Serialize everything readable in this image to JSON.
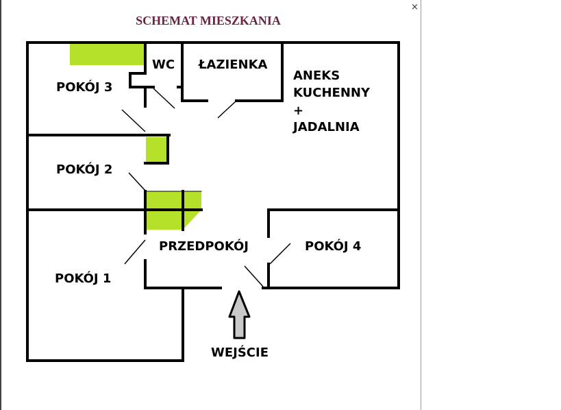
{
  "title": "SCHEMAT MIESZKANIA",
  "close_icon": "×",
  "rooms": {
    "pokoj3": "POKÓJ 3",
    "wc": "WC",
    "lazienka": "ŁAZIENKA",
    "aneks": [
      "ANEKS",
      "KUCHENNY",
      "+",
      "JADALNIA"
    ],
    "pokoj2": "POKÓJ 2",
    "pokoj1": "POKÓJ 1",
    "przedpokoj": "PRZEDPOKÓJ",
    "pokoj4": "POKÓJ 4"
  },
  "entrance": "WEJŚCIE",
  "colors": {
    "wall": "#000000",
    "closet": "#b5e02a",
    "title": "#6b2343",
    "arrow": "#c8c8c8"
  }
}
